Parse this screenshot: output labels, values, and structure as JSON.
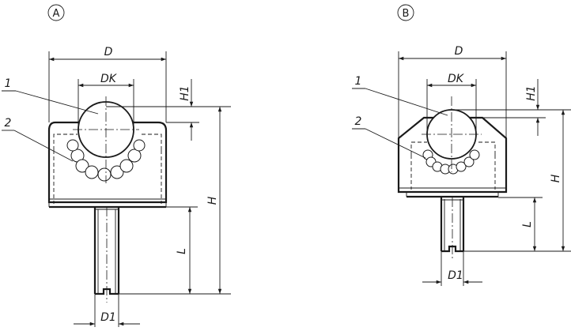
{
  "views": {
    "a": {
      "badge": "A"
    },
    "b": {
      "badge": "B"
    }
  },
  "labels": {
    "D": "D",
    "DK": "DK",
    "H1": "H1",
    "H": "H",
    "L": "L",
    "D1": "D1",
    "item1": "1",
    "item2": "2"
  },
  "colors": {
    "line": "#1a1a1a",
    "background": "#ffffff"
  }
}
